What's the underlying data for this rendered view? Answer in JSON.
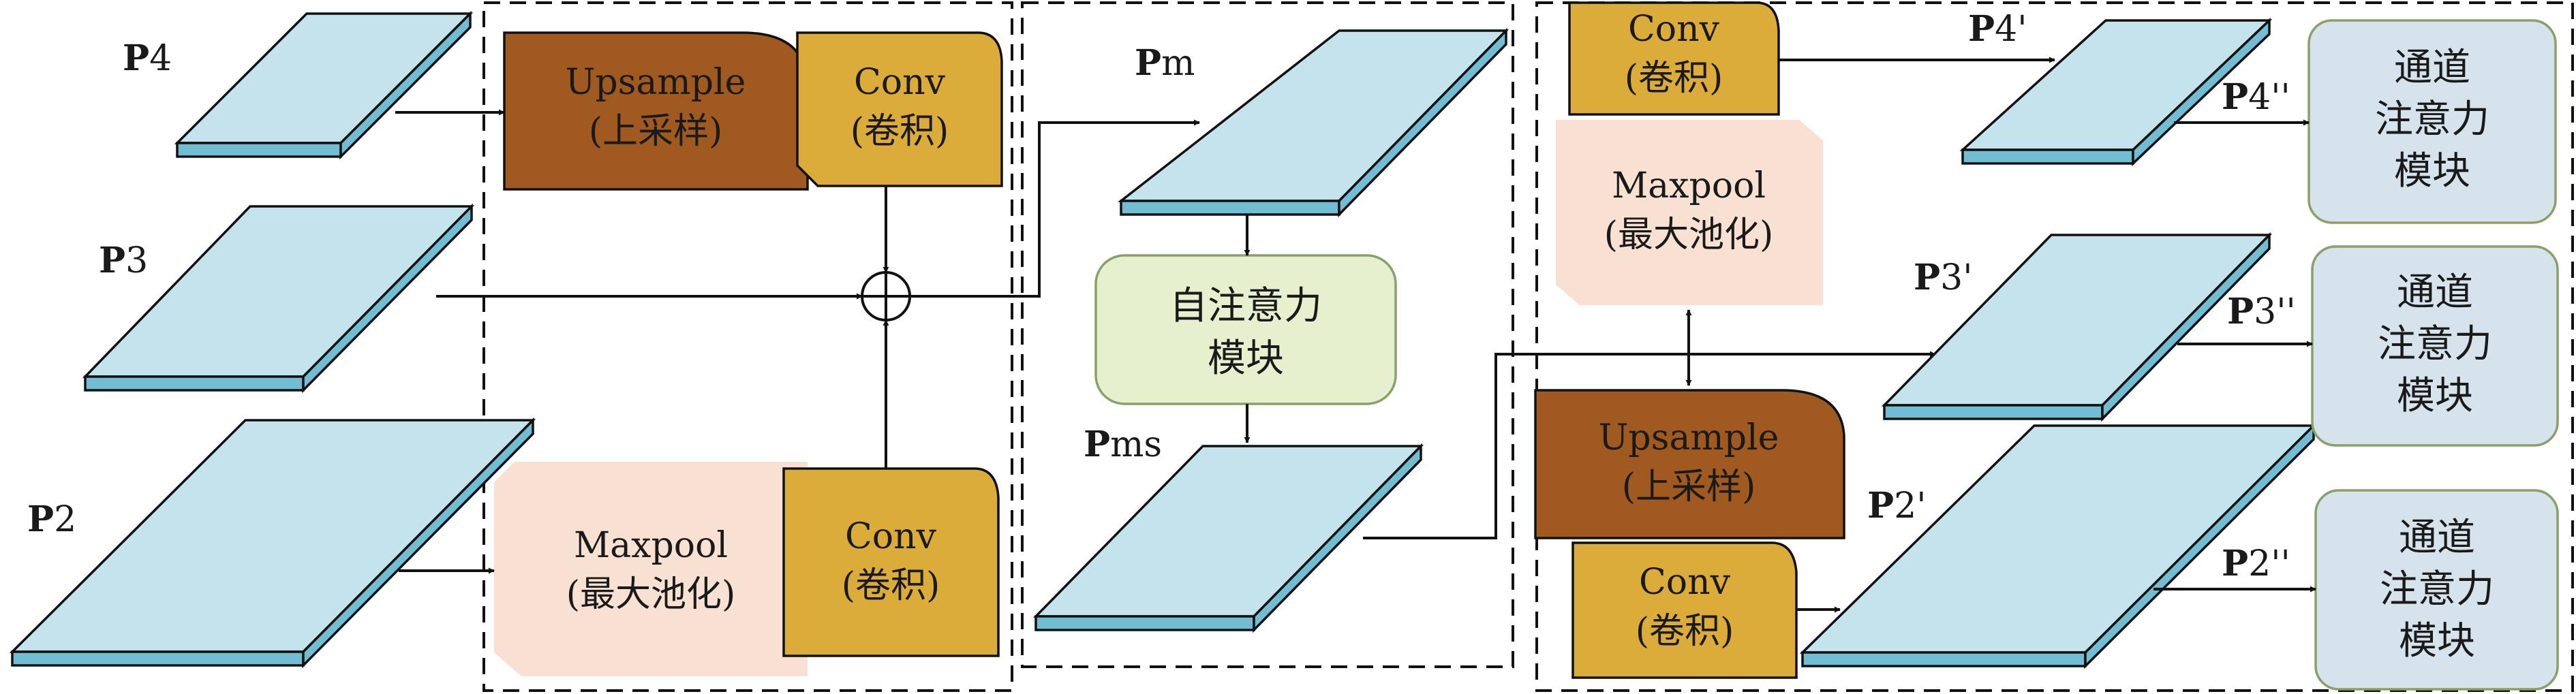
{
  "colors": {
    "plane_top": "#c4e3ec",
    "plane_side": "#71bdd4",
    "upsample": "#a0591f",
    "conv": "#dcac3b",
    "maxpool": "#f8e1d3",
    "self_attention": "#e6f0cf",
    "channel_attention": "#d7e3ec",
    "stroke": "#111111"
  },
  "inputs": {
    "p4": {
      "bold": "P",
      "rest": "4"
    },
    "p3": {
      "bold": "P",
      "rest": "3"
    },
    "p2": {
      "bold": "P",
      "rest": "2"
    }
  },
  "fusion": {
    "upsample": {
      "line1": "Upsample",
      "line2": "(上采样)"
    },
    "conv_top": {
      "line1": "Conv",
      "line2": "(卷积)"
    },
    "maxpool": {
      "line1": "Maxpool",
      "line2": "(最大池化)"
    },
    "conv_bottom": {
      "line1": "Conv",
      "line2": "(卷积)"
    }
  },
  "middle": {
    "pm": {
      "bold": "P",
      "rest": "m"
    },
    "self_attention": {
      "line1": "自注意力",
      "line2": "模块"
    },
    "pms": {
      "bold": "P",
      "rest": "ms"
    }
  },
  "redistribute": {
    "conv_top": {
      "line1": "Conv",
      "line2": "(卷积)"
    },
    "maxpool": {
      "line1": "Maxpool",
      "line2": "(最大池化)"
    },
    "upsample": {
      "line1": "Upsample",
      "line2": "(上采样)"
    },
    "conv_bottom": {
      "line1": "Conv",
      "line2": "(卷积)"
    },
    "p4p": {
      "bold": "P",
      "rest": "4'"
    },
    "p4pp": {
      "bold": "P",
      "rest": "4''"
    },
    "p3p": {
      "bold": "P",
      "rest": "3'"
    },
    "p3pp": {
      "bold": "P",
      "rest": "3''"
    },
    "p2p": {
      "bold": "P",
      "rest": "2'"
    },
    "p2pp": {
      "bold": "P",
      "rest": "2''"
    }
  },
  "channel_attention": [
    {
      "line1": "通道",
      "line2": "注意力",
      "line3": "模块"
    },
    {
      "line1": "通道",
      "line2": "注意力",
      "line3": "模块"
    },
    {
      "line1": "通道",
      "line2": "注意力",
      "line3": "模块"
    }
  ]
}
